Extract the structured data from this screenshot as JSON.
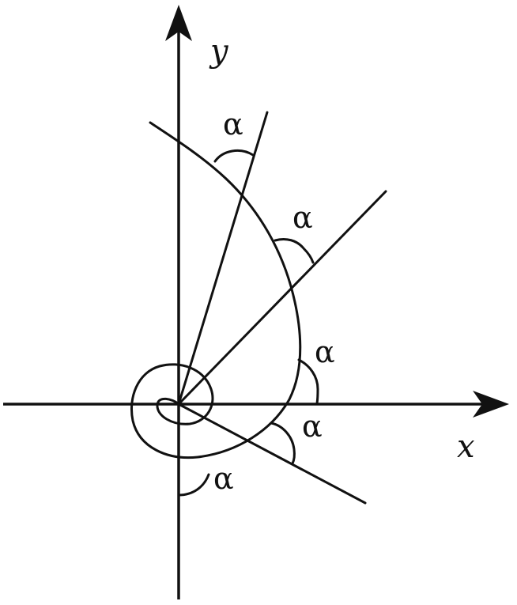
{
  "axes": {
    "x_label": "x",
    "y_label": "y"
  },
  "angle_symbol": "α",
  "angle_labels": [
    {
      "id": "alpha-1",
      "text": "α"
    },
    {
      "id": "alpha-2",
      "text": "α"
    },
    {
      "id": "alpha-3",
      "text": "α"
    },
    {
      "id": "alpha-4",
      "text": "α"
    },
    {
      "id": "alpha-5",
      "text": "α"
    }
  ],
  "colors": {
    "ink": "#111111",
    "background": "#ffffff"
  }
}
